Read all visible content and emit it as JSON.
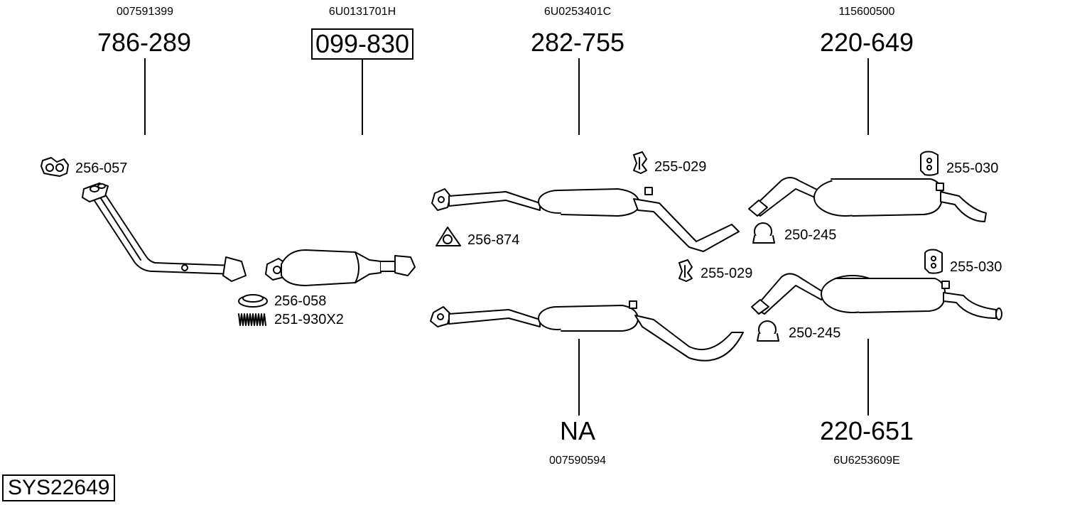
{
  "system_code": "SYS22649",
  "top_parts": [
    {
      "oem": "007591399",
      "part": "786-289",
      "highlighted": false
    },
    {
      "oem": "6U0131701H",
      "part": "099-830",
      "highlighted": true
    },
    {
      "oem": "6U0253401C",
      "part": "282-755",
      "highlighted": false
    },
    {
      "oem": "115600500",
      "part": "220-649",
      "highlighted": false
    }
  ],
  "bottom_parts": [
    {
      "oem": "007590594",
      "part": "NA"
    },
    {
      "oem": "6U6253609E",
      "part": "220-651"
    }
  ],
  "accessories": [
    {
      "icon": "gasket-icon",
      "code": "256-057"
    },
    {
      "icon": "ring-gasket-icon",
      "code": "256-058"
    },
    {
      "icon": "spring-icon",
      "code": "251-930X2"
    },
    {
      "icon": "triangle-gasket-icon",
      "code": "256-874"
    },
    {
      "icon": "rubber-mount-icon",
      "code": "255-029"
    },
    {
      "icon": "rubber-mount-icon",
      "code": "255-029"
    },
    {
      "icon": "hanger-icon",
      "code": "255-030"
    },
    {
      "icon": "hanger-icon",
      "code": "255-030"
    },
    {
      "icon": "clamp-icon",
      "code": "250-245"
    },
    {
      "icon": "clamp-icon",
      "code": "250-245"
    }
  ]
}
